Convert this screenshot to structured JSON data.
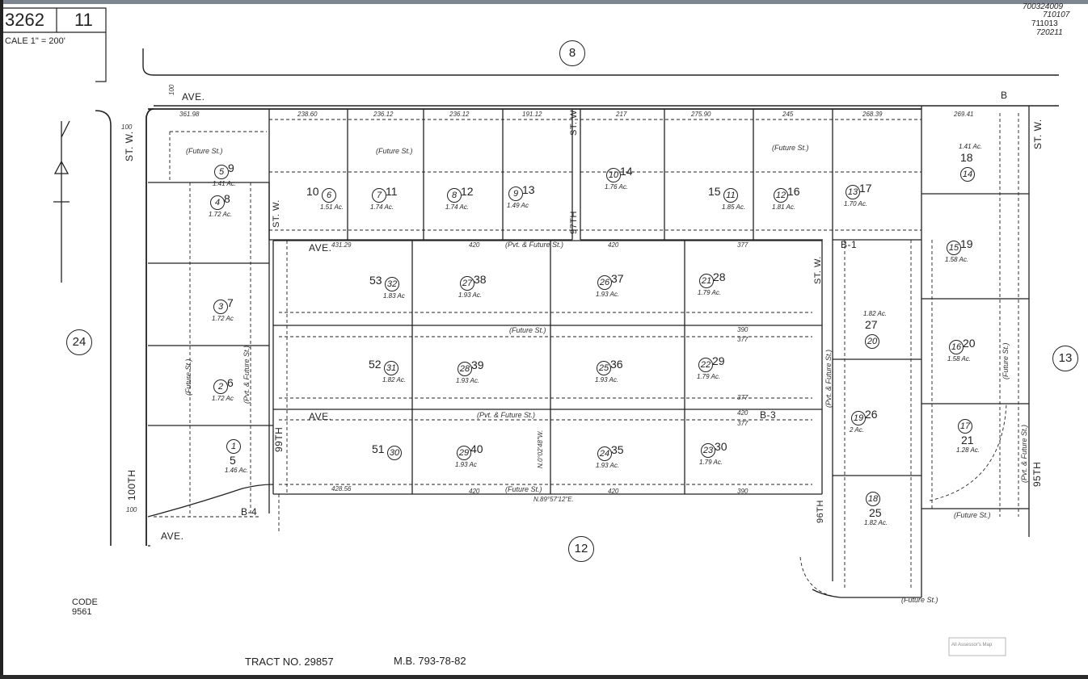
{
  "header": {
    "book": "3262",
    "page": "11",
    "scale": "CALE 1\" = 200'",
    "revisions": [
      "700324009",
      "710107",
      "711013",
      "720211"
    ]
  },
  "adjacent_sheets": [
    "8",
    "24",
    "12",
    "13"
  ],
  "streets": {
    "top_ave": "AVE.",
    "top_b": "B",
    "top_width": "100",
    "left_st_w": "ST. W.",
    "left_100th": "100TH",
    "left_width_top": "100",
    "left_width_bottom": "100",
    "st_w_98": "ST. W.",
    "st_w_97": "ST. W.",
    "name_97th": "97TH",
    "ave_mid": "AVE.",
    "ave_low": "AVE.",
    "name_99th": "99TH",
    "st_w_96": "ST. W.",
    "name_96th": "96TH",
    "right_st_w": "ST. W.",
    "right_95th": "95TH",
    "bottom_ave": "AVE."
  },
  "blocks": [
    "B-1",
    "B-3",
    "B-4"
  ],
  "future_streets": [
    "(Future St.)",
    "(Future St.)",
    "(Future St.)",
    "(Pvt. & Future St.)",
    "(Future St.)",
    "(Pvt. & Future St.)",
    "(Future St.)",
    "(Future St.)",
    "(Future St.)",
    "(Future St.)",
    "(Pvt. & Future St.)",
    "(Future St.)",
    "(Pvt. & Future St.)",
    "(Pvt. & Future St.)"
  ],
  "dimensions": {
    "top": [
      "361.98",
      "238.60",
      "236.12",
      "236.12",
      "191.12",
      "217",
      "275.90",
      "245",
      "268.39",
      "269.41"
    ],
    "mid": [
      "431.29",
      "420",
      "420",
      "377",
      "390",
      "377",
      "377",
      "420",
      "377",
      "428.56",
      "420",
      "420",
      "390"
    ],
    "bearing": "N.89°57'12\"E.",
    "bearing_v": "N.0°02'48\"W."
  },
  "parcels": [
    {
      "parcel": "5",
      "lot": "9",
      "acres": "1.41 Ac."
    },
    {
      "parcel": "4",
      "lot": "8",
      "acres": "1.72 Ac."
    },
    {
      "parcel": "3",
      "lot": "7",
      "acres": "1.72 Ac"
    },
    {
      "parcel": "2",
      "lot": "6",
      "acres": "1.72 Ac"
    },
    {
      "parcel": "1",
      "lot": "5",
      "acres": "1.46 Ac."
    },
    {
      "parcel": "6",
      "lot": "10",
      "acres": "1.51 Ac."
    },
    {
      "parcel": "7",
      "lot": "11",
      "acres": "1.74 Ac."
    },
    {
      "parcel": "8",
      "lot": "12",
      "acres": "1.74 Ac."
    },
    {
      "parcel": "9",
      "lot": "13",
      "acres": "1.49 Ac"
    },
    {
      "parcel": "10",
      "lot": "14",
      "acres": "1.76 Ac."
    },
    {
      "parcel": "11",
      "lot": "15",
      "acres": "1.85 Ac."
    },
    {
      "parcel": "12",
      "lot": "16",
      "acres": "1.81 Ac."
    },
    {
      "parcel": "13",
      "lot": "17",
      "acres": "1.70 Ac."
    },
    {
      "parcel": "14",
      "lot": "18",
      "acres": "1.41 Ac."
    },
    {
      "parcel": "15",
      "lot": "19",
      "acres": "1.58 Ac."
    },
    {
      "parcel": "16",
      "lot": "20",
      "acres": "1.58 Ac."
    },
    {
      "parcel": "17",
      "lot": "21",
      "acres": "1.28 Ac."
    },
    {
      "parcel": "18",
      "lot": "25",
      "acres": "1.82 Ac."
    },
    {
      "parcel": "19",
      "lot": "26",
      "acres": "2 Ac."
    },
    {
      "parcel": "20",
      "lot": "27",
      "acres": "1.82 Ac."
    },
    {
      "parcel": "21",
      "lot": "28",
      "acres": "1.79 Ac."
    },
    {
      "parcel": "22",
      "lot": "29",
      "acres": "1.79 Ac."
    },
    {
      "parcel": "23",
      "lot": "30",
      "acres": "1.79 Ac."
    },
    {
      "parcel": "24",
      "lot": "35",
      "acres": "1.93 Ac."
    },
    {
      "parcel": "25",
      "lot": "36",
      "acres": "1.93 Ac."
    },
    {
      "parcel": "26",
      "lot": "37",
      "acres": "1.93 Ac."
    },
    {
      "parcel": "27",
      "lot": "38",
      "acres": "1.93 Ac."
    },
    {
      "parcel": "28",
      "lot": "39",
      "acres": "1.93 Ac."
    },
    {
      "parcel": "29",
      "lot": "40",
      "acres": "1.93 Ac"
    },
    {
      "parcel": "30",
      "lot": "51",
      "acres": ""
    },
    {
      "parcel": "31",
      "lot": "52",
      "acres": "1.82 Ac."
    },
    {
      "parcel": "32",
      "lot": "53",
      "acres": "1.83 Ac"
    }
  ],
  "footer": {
    "code_label": "CODE",
    "code_value": "9561",
    "tract": "TRACT  NO. 29857",
    "map_book": "M.B. 793-78-82",
    "stamp": "All Assessor's Map"
  }
}
